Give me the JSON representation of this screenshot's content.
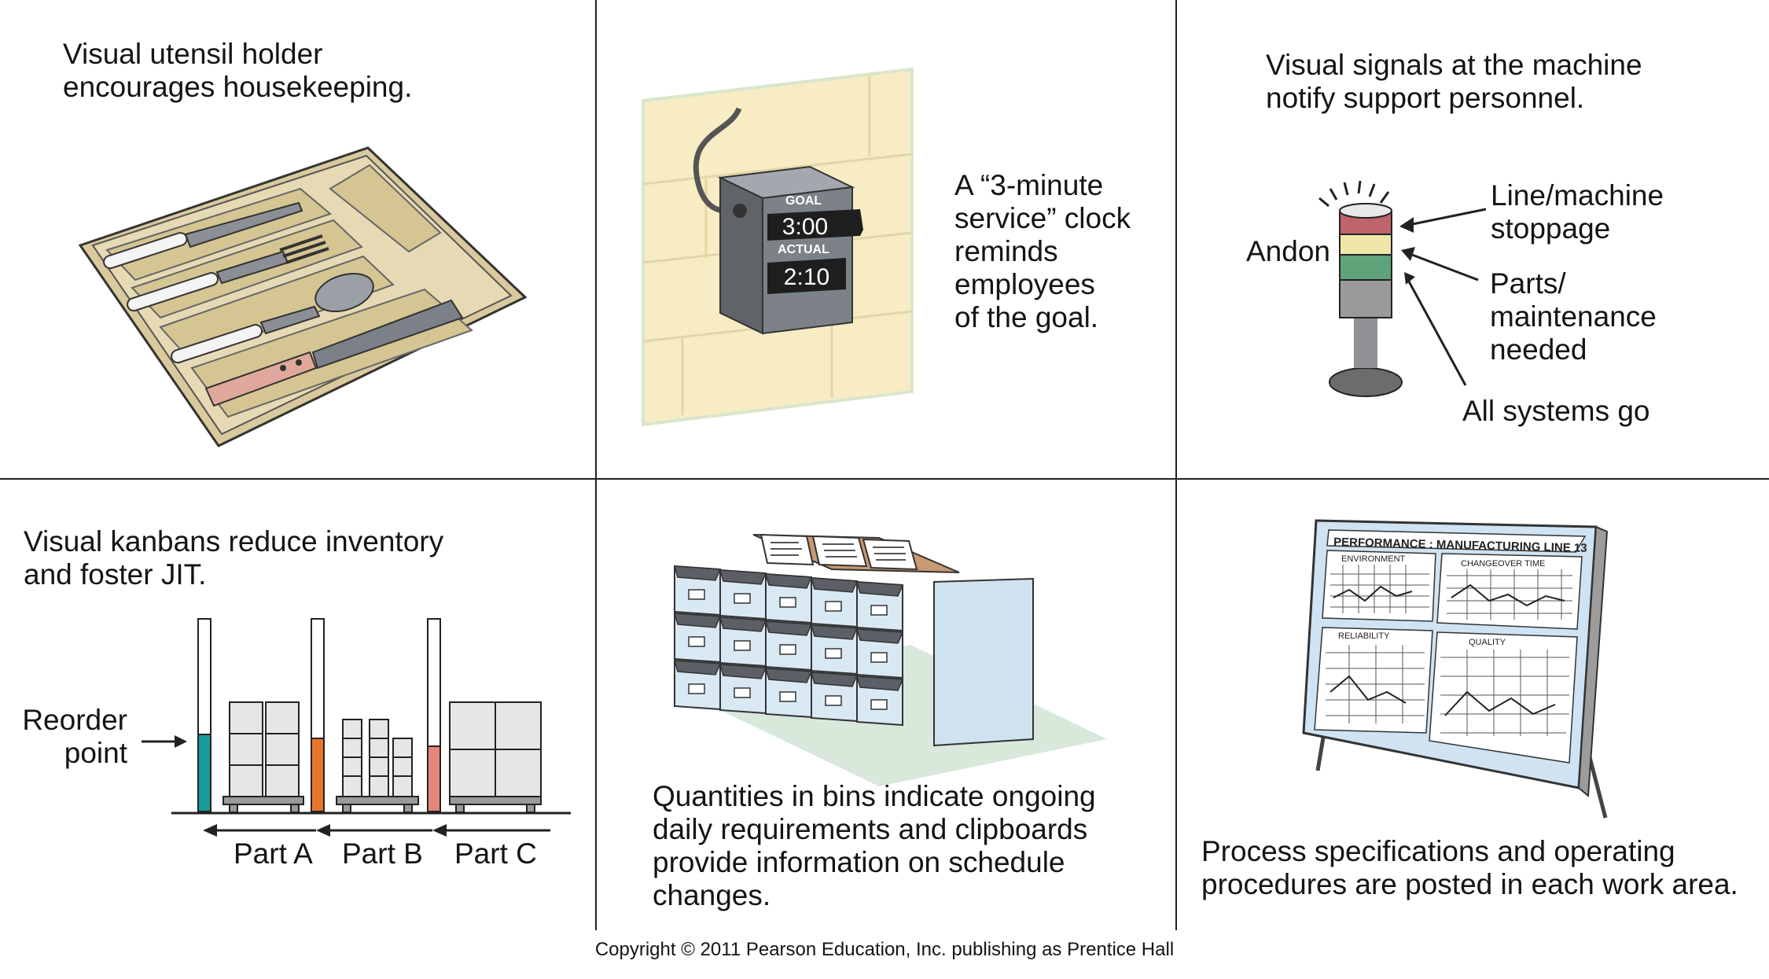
{
  "panels": {
    "utensil": {
      "caption": [
        "Visual utensil holder",
        "encourages housekeeping."
      ]
    },
    "clock": {
      "caption": [
        "A “3-minute",
        "service” clock",
        "reminds",
        "employees",
        "of the goal."
      ],
      "goal_label": "GOAL",
      "goal_value": "3:00",
      "actual_label": "ACTUAL",
      "actual_value": "2:10"
    },
    "andon": {
      "caption": [
        "Visual signals at the machine",
        "notify support personnel."
      ],
      "name": "Andon",
      "red_label": [
        "Line/machine",
        "stoppage"
      ],
      "yellow_label": [
        "Parts/",
        "maintenance",
        "needed"
      ],
      "green_label": "All systems go"
    },
    "kanban": {
      "caption": [
        "Visual kanbans reduce inventory",
        "and foster JIT."
      ],
      "reorder_label": [
        "Reorder",
        "point"
      ],
      "parts": [
        "Part A",
        "Part B",
        "Part C"
      ]
    },
    "bins": {
      "caption": [
        "Quantities in bins indicate ongoing",
        "daily requirements and clipboards",
        "provide information on schedule",
        "changes."
      ]
    },
    "board": {
      "caption": [
        "Process specifications and operating",
        "procedures are posted in each work area."
      ],
      "title": "PERFORMANCE : MANUFACTURING LINE 13",
      "sections": [
        "ENVIRONMENT",
        "CHANGEOVER TIME",
        "RELIABILITY",
        "QUALITY"
      ]
    }
  },
  "copyright": "Copyright © 2011 Pearson Education, Inc. publishing as Prentice Hall",
  "colors": {
    "tray": "#e6d9b4",
    "wall": "#f7ecc4",
    "clock_box": "#7c8288",
    "andon_red": "#c0646c",
    "andon_yellow": "#efe6a8",
    "andon_green": "#5fa37a",
    "kanban_teal": "#1a9a9a",
    "kanban_orange": "#e8762a",
    "kanban_salmon": "#e4857a",
    "bin_face": "#d9e9f4",
    "board_blue": "#cfe3f3"
  }
}
